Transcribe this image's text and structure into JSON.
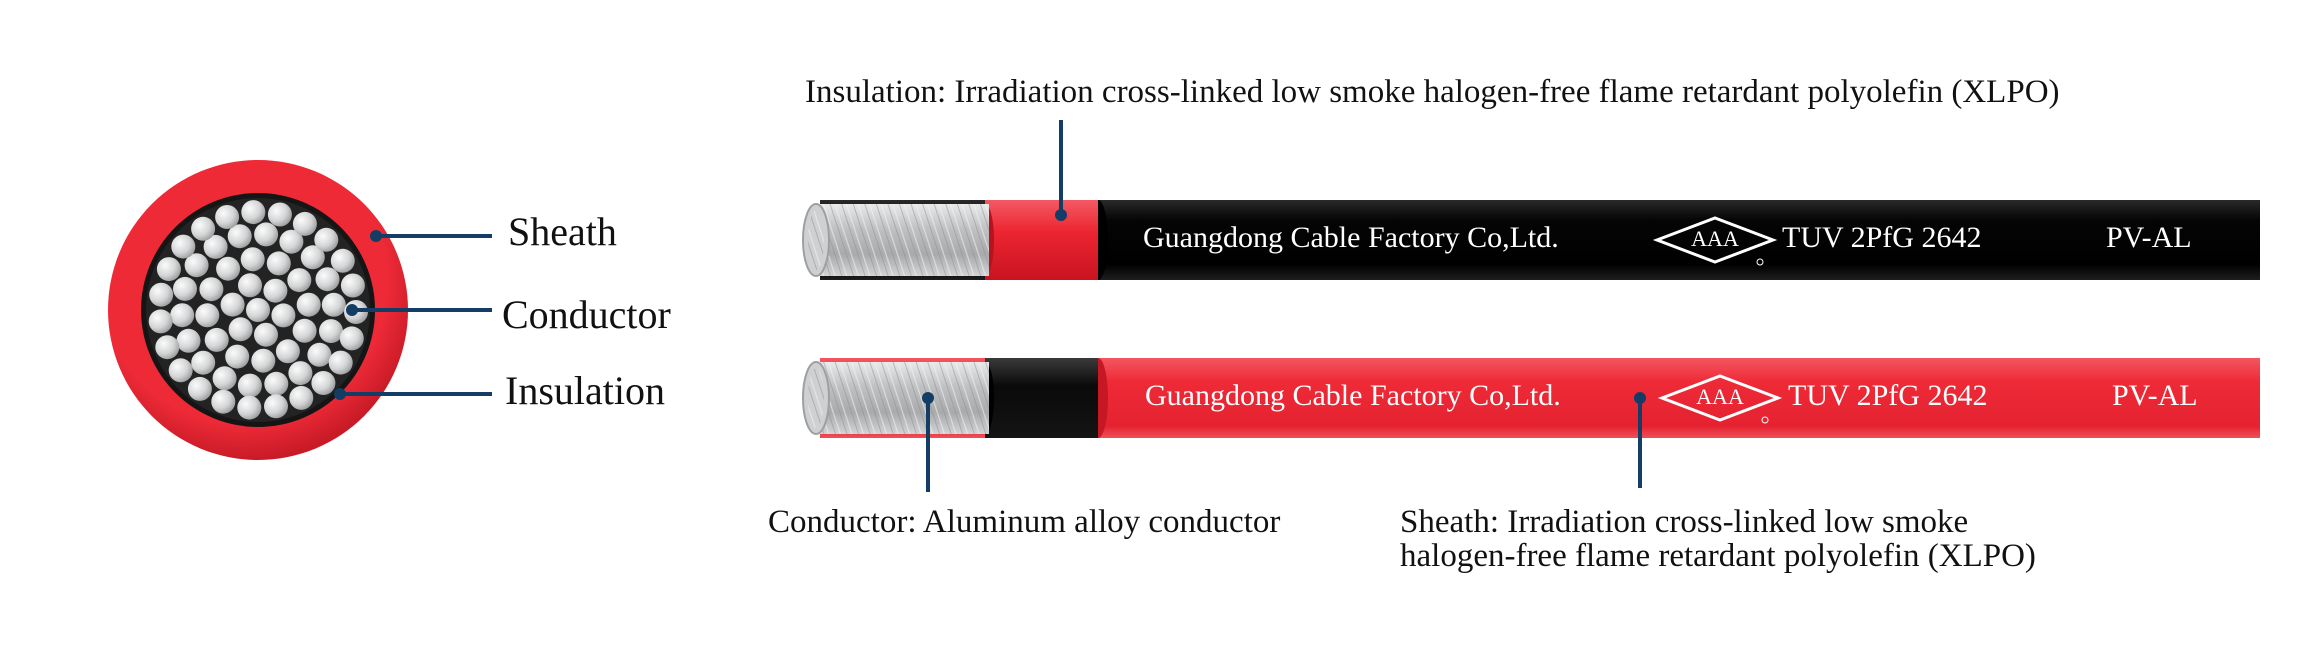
{
  "cross_section": {
    "labels": {
      "sheath": "Sheath",
      "conductor": "Conductor",
      "insulation": "Insulation"
    }
  },
  "cables": {
    "print": {
      "company": "Guangdong Cable Factory Co,Ltd.",
      "logo": "AAA",
      "cert": "TUV 2PfG 2642",
      "type": "PV-AL"
    }
  },
  "callouts": {
    "insulation": "Insulation: Irradiation cross-linked low smoke halogen-free flame retardant polyolefin (XLPO)",
    "conductor": "Conductor: Aluminum alloy conductor",
    "sheath_line1": "Sheath: Irradiation cross-linked low smoke",
    "sheath_line2": "halogen-free flame retardant polyolefin (XLPO)"
  },
  "colors": {
    "red": "#ee2a37",
    "black": "#111111",
    "leader": "#143d66",
    "aluminum": "#c9cacb"
  }
}
